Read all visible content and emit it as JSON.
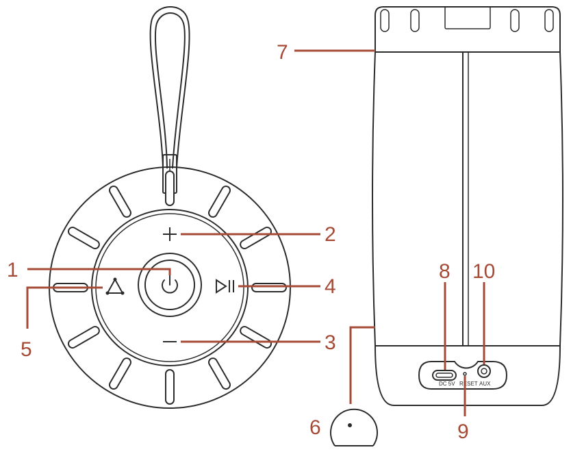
{
  "accent_color": "#a54a36",
  "line_color": "#2b2b2b",
  "callouts": {
    "c1": "1",
    "c2": "2",
    "c3": "3",
    "c4": "4",
    "c5": "5",
    "c6": "6",
    "c7": "7",
    "c8": "8",
    "c9": "9",
    "c10": "10"
  },
  "port_labels": {
    "dc": "DC 5V",
    "reset": "RESET",
    "aux": "AUX"
  },
  "icons": {
    "volume_up": "plus-icon",
    "volume_down": "minus-icon",
    "power": "power-icon",
    "play_pause": "play-pause-icon",
    "mode": "triangle-mode-icon",
    "mic": "microphone-dot-icon"
  }
}
